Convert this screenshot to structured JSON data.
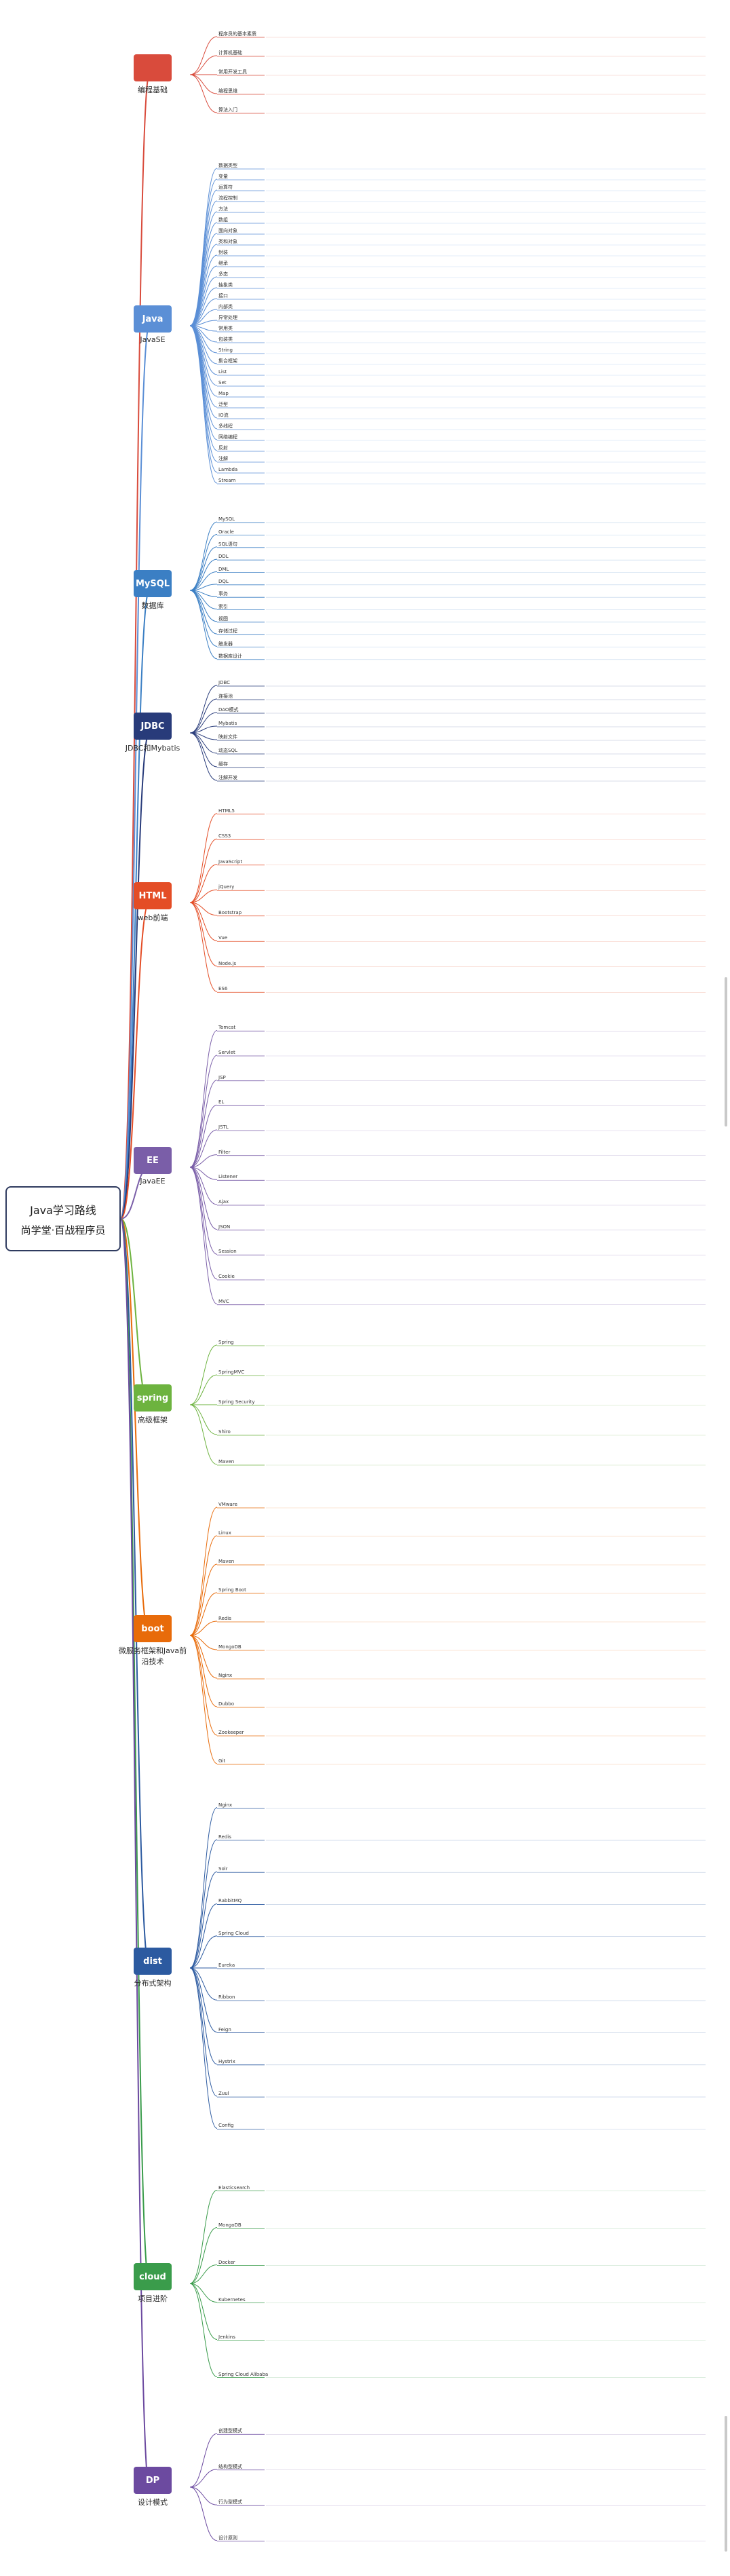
{
  "root": {
    "line1": "Java学习路线",
    "line2": "尚学堂·百战程序员"
  },
  "branches": [
    {
      "name": "编程基础",
      "color": "#d94b3c",
      "logo": "",
      "subs": [
        "程序员的基本素质",
        "计算机基础",
        "常用开发工具",
        "编程思维",
        "算法入门"
      ]
    },
    {
      "name": "JavaSE",
      "color": "#5b8fd6",
      "logo": "Java",
      "subs": [
        "数据类型",
        "变量",
        "运算符",
        "流程控制",
        "方法",
        "数组",
        "面向对象",
        "类和对象",
        "封装",
        "继承",
        "多态",
        "抽象类",
        "接口",
        "内部类",
        "异常处理",
        "常用类",
        "包装类",
        "String",
        "集合框架",
        "List",
        "Set",
        "Map",
        "泛型",
        "IO流",
        "多线程",
        "网络编程",
        "反射",
        "注解",
        "Lambda",
        "Stream"
      ]
    },
    {
      "name": "数据库",
      "color": "#3b7fc4",
      "logo": "MySQL",
      "subs": [
        "MySQL",
        "Oracle",
        "SQL语句",
        "DDL",
        "DML",
        "DQL",
        "事务",
        "索引",
        "视图",
        "存储过程",
        "触发器",
        "数据库设计"
      ]
    },
    {
      "name": "JDBC和Mybatis",
      "color": "#283b7a",
      "logo": "JDBC",
      "subs": [
        "JDBC",
        "连接池",
        "DAO模式",
        "Mybatis",
        "映射文件",
        "动态SQL",
        "缓存",
        "注解开发"
      ]
    },
    {
      "name": "web前端",
      "color": "#e44d26",
      "logo": "HTML",
      "subs": [
        "HTML5",
        "CSS3",
        "JavaScript",
        "jQuery",
        "Bootstrap",
        "Vue",
        "Node.js",
        "ES6"
      ]
    },
    {
      "name": "JavaEE",
      "color": "#7a5ea8",
      "logo": "EE",
      "subs": [
        "Tomcat",
        "Servlet",
        "JSP",
        "EL",
        "JSTL",
        "Filter",
        "Listener",
        "Ajax",
        "JSON",
        "Session",
        "Cookie",
        "MVC"
      ]
    },
    {
      "name": "高级框架",
      "color": "#6db33f",
      "logo": "spring",
      "subs": [
        "Spring",
        "SpringMVC",
        "Spring Security",
        "Shiro",
        "Maven"
      ]
    },
    {
      "name": "微服务框架和Java前沿技术",
      "color": "#e86b0a",
      "logo": "boot",
      "subs": [
        "VMware",
        "Linux",
        "Maven",
        "Spring Boot",
        "Redis",
        "MongoDB",
        "Nginx",
        "Dubbo",
        "Zookeeper",
        "Git"
      ]
    },
    {
      "name": "分布式架构",
      "color": "#2c5aa0",
      "logo": "dist",
      "subs": [
        "Nginx",
        "Redis",
        "Solr",
        "RabbitMQ",
        "Spring Cloud",
        "Eureka",
        "Ribbon",
        "Feign",
        "Hystrix",
        "Zuul",
        "Config"
      ]
    },
    {
      "name": "项目进阶",
      "color": "#3a9c4b",
      "logo": "cloud",
      "subs": [
        "Elasticsearch",
        "MongoDB",
        "Docker",
        "Kubernetes",
        "Jenkins",
        "Spring Cloud Alibaba"
      ]
    },
    {
      "name": "设计模式",
      "color": "#6c4aa0",
      "logo": "DP",
      "subs": [
        "创建型模式",
        "结构型模式",
        "行为型模式",
        "设计原则"
      ]
    }
  ]
}
